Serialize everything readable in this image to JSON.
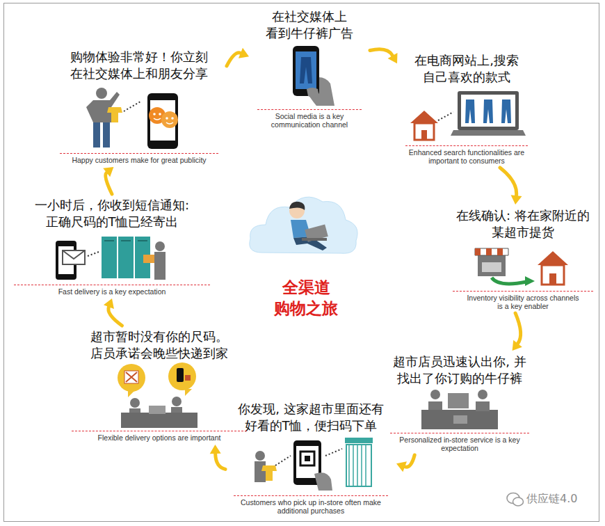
{
  "diagram": {
    "title": "全渠道 购物之旅",
    "nodes": [
      {
        "text": [
          "在社交媒体上 看到牛仔裤广告",
          "Social media is a key communication channel"
        ]
      },
      {
        "text": [
          "在电商网站上,搜索 自己喜欢的款式",
          "Enhanced search functionalities are important to consumers"
        ]
      },
      {
        "text": [
          "在线确认: 将在家附近的 某超市提货",
          "Inventory visibility across channels is a key enabler"
        ]
      },
      {
        "text": [
          "超市店员迅速认出你, 并 找出了你订购的牛仔裤",
          "Personalized in-store service is a key expectation"
        ]
      },
      {
        "text": [
          "你发现, 这家超市里面还有 好看的T恤，便扫码下单",
          "Customers who pick up in-store often make additional purchases"
        ]
      },
      {
        "text": [
          "超市暂时没有你的尺码。 店员承诺会晚些快递到家",
          "Flexible delivery options are important"
        ]
      },
      {
        "text": [
          "一小时后，你收到短信通知: 正确尺码的T恤已经寄出",
          "Fast delivery is a key expectation"
        ]
      },
      {
        "text": [
          "购物体验非常好！你立刻 在社交媒体上和朋友分享",
          "Happy customers make for great publicity"
        ]
      }
    ],
    "edges": [
      {
        "from": 0,
        "to": 1,
        "arrow": "to"
      },
      {
        "from": 1,
        "to": 2,
        "arrow": "to"
      },
      {
        "from": 2,
        "to": 3,
        "arrow": "to"
      },
      {
        "from": 3,
        "to": 4,
        "arrow": "to"
      },
      {
        "from": 4,
        "to": 5,
        "arrow": "to"
      },
      {
        "from": 5,
        "to": 6,
        "arrow": "to"
      },
      {
        "from": 6,
        "to": 7,
        "arrow": "to"
      },
      {
        "from": 7,
        "to": 0,
        "arrow": "to"
      }
    ],
    "labels": [
      "供应链4.0"
    ]
  }
}
